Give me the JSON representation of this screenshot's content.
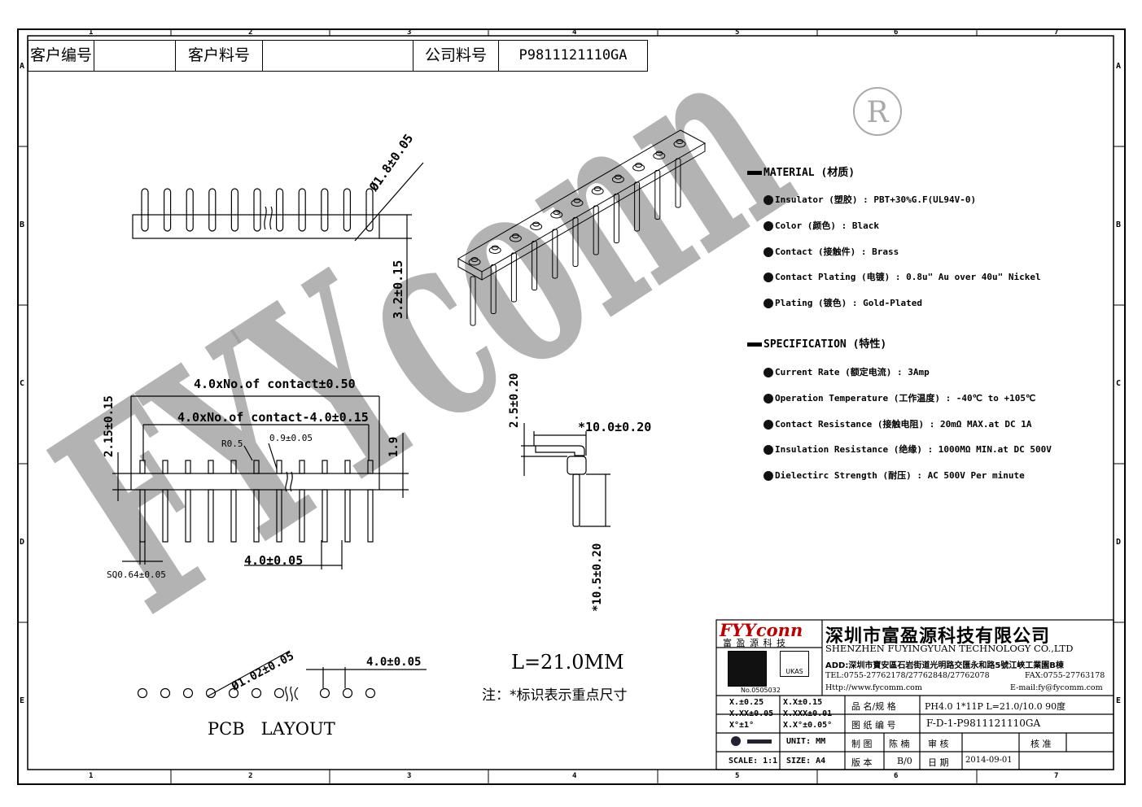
{
  "border": {
    "columns": [
      "1",
      "2",
      "3",
      "4",
      "5",
      "6",
      "7"
    ],
    "rows": [
      "A",
      "B",
      "C",
      "D",
      "E"
    ]
  },
  "header": {
    "customer_no_label": "客户编号",
    "customer_part_label": "客户料号",
    "company_part_label": "公司料号",
    "company_part_value": "P9811121110GA"
  },
  "watermark": {
    "text": "FYYconn",
    "registered": "R"
  },
  "top_view": {
    "dim_diameter": "Ø1.8±0.05",
    "dim_height": "3.2±0.15"
  },
  "front_view": {
    "dim_overall": "4.0xNo.of contact±0.50",
    "dim_inner": "4.0xNo.of contact-4.0±0.15",
    "dim_radius": "R0.5",
    "dim_width": "0.9±0.05",
    "dim_left_height": "2.15±0.15",
    "dim_right_height": "1.9",
    "dim_pitch": "4.0±0.05",
    "dim_square": "SQ0.64±0.05"
  },
  "side_view": {
    "dim_top": "2.5±0.20",
    "dim_bend": "*10.0±0.20",
    "dim_tail": "*10.5±0.20"
  },
  "pcb_layout": {
    "dim_hole": "Ø1.02±0.05",
    "dim_pitch": "4.0±0.05",
    "label": "PCB   LAYOUT"
  },
  "length_note": {
    "length": "L=21.0MM",
    "note": "注：*标识表示重点尺寸"
  },
  "material": {
    "title": "MATERIAL (材质)",
    "items": [
      "Insulator (塑胶) : PBT+30%G.F(UL94V-0)",
      "Color (颜色) : Black",
      "Contact (接触件) : Brass",
      "Contact Plating (电镀) : 0.8u\" Au  over 40u\" Nickel",
      "Plating (镀色) : Gold-Plated"
    ]
  },
  "specification": {
    "title": "SPECIFICATION (特性)",
    "items": [
      "Current Rate (额定电流) :  3Amp",
      "Operation Temperature (工作温度) : -40℃ to +105℃",
      "Contact Resistance (接触电阻) : 20mΩ MAX.at DC 1A",
      "Insulation Resistance (绝缘) : 1000MΩ MIN.at DC 500V",
      "Dielectirc Strength (耐压) : AC 500V Per minute"
    ]
  },
  "title_block": {
    "logo": "FYYconn",
    "logo_cn": "富 盈 源 科 技",
    "company_cn": "深圳市富盈源科技有限公司",
    "company_en": "SHENZHEN FUYINGYUAN TECHNOLOGY CO.,LTD",
    "address": "ADD:深圳市寶安區石岩街道光明路交匯永和路5號江峽工業園B棟",
    "tel": "TEL:0755-27762178/27762848/27762078",
    "fax": "FAX:0755-27763178",
    "http": "Http://www.fycomm.com",
    "email": "E-mail:fy@fycomm.com",
    "cert_no": "No.0505032",
    "cert_label": "UKAS",
    "tolerances": [
      "X.±0.25",
      "X.X±0.15",
      "X.XX±0.05",
      "X.XXX±0.01",
      "X°±1°",
      "X.X°±0.05°"
    ],
    "unit": "UNIT: MM",
    "scale": "SCALE: 1:1",
    "size": "SIZE: A4",
    "name_label": "品 名/规 格",
    "name_value": "PH4.0  1*11P  L=21.0/10.0  90度",
    "drawing_label": "图 纸 编 号",
    "drawing_value": "F-D-1-P9811121110GA",
    "drawn_label": "制 图",
    "drawn_value": "陈 楠",
    "check_label": "审 核",
    "approve_label": "核 准",
    "version_label": "版 本",
    "version_value": "B/0",
    "date_label": "日 期",
    "date_value": "2014-09-01"
  }
}
